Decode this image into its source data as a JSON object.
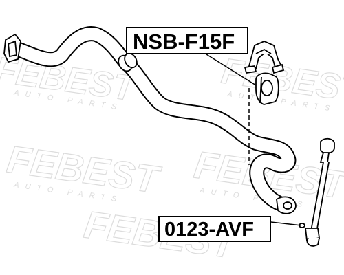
{
  "watermark": {
    "brand": "FEBEST",
    "sub": "AUTO PARTS"
  },
  "labels": {
    "bushing_part_number": "NSB-F15F",
    "link_part_number": "0123-AVF"
  }
}
